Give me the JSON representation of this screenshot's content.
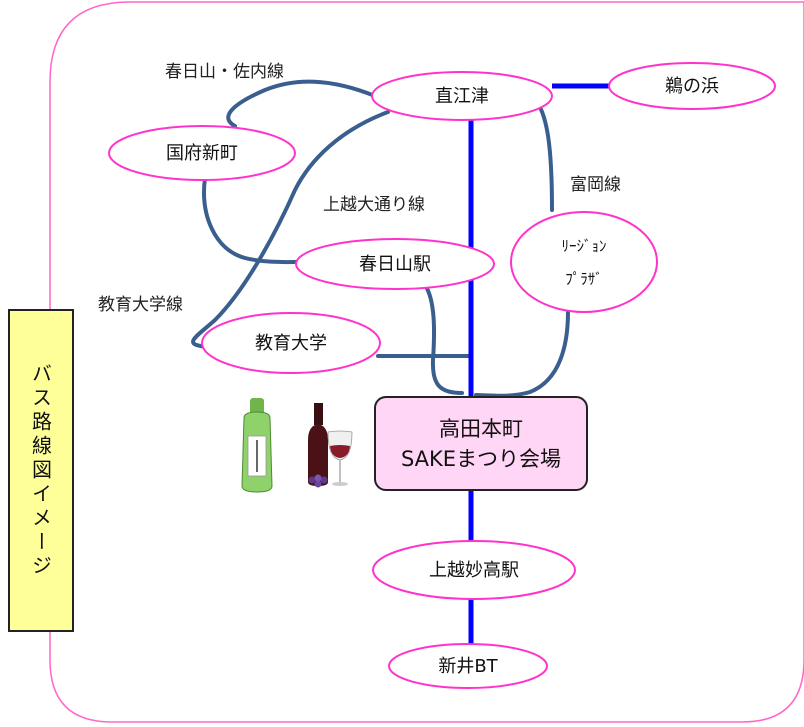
{
  "map": {
    "side_title": "バス路線図イメージ",
    "venue": {
      "line1": "高田本町",
      "line2": "SAKEまつり会場"
    },
    "stops": {
      "naoetsu": "直江津",
      "unohama": "鵜の浜",
      "kokufu_shinmachi": "国府新町",
      "kasugayama_eki": "春日山駅",
      "region_plaza_line1": "ﾘｰｼﾞｮﾝ",
      "region_plaza_line2": "ﾌﾟﾗｻﾞ",
      "kyoiku_daigaku": "教育大学",
      "joetsu_myoko": "上越妙高駅",
      "arai_bt": "新井BT"
    },
    "lines": {
      "kasugayama_sanai": "春日山・佐内線",
      "joetsu_odori": "上越大通り線",
      "tomioka": "富岡線",
      "kyoiku_daigaku_line": "教育大学線"
    },
    "colors": {
      "main_line": "#0000ff",
      "branch_line": "#3a5f8f",
      "stop_border": "#ff33cc",
      "venue_fill": "#ffd6f5",
      "side_fill": "#ffff99",
      "outline": "#ff66cc"
    },
    "icons": [
      "sake-bottle-icon",
      "wine-bottle-and-glass-icon"
    ]
  }
}
